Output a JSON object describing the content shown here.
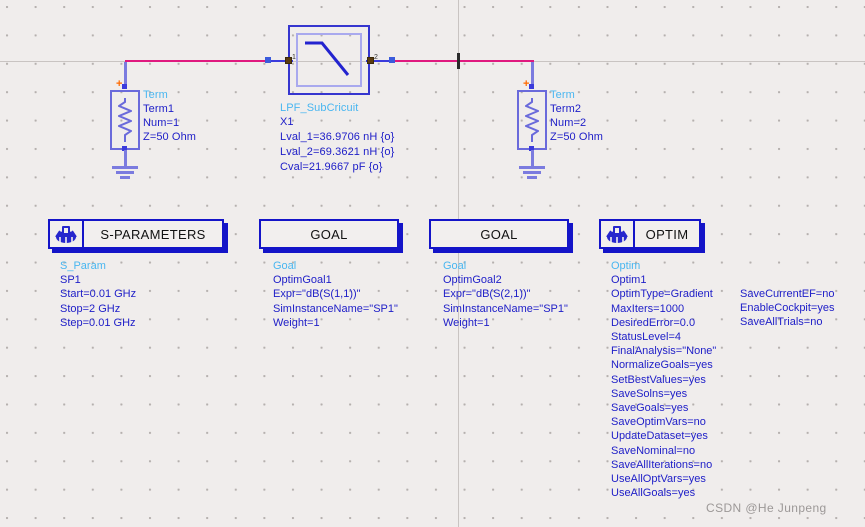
{
  "watermark": "CSDN @He Junpeng",
  "colors": {
    "background": "#f0edec",
    "grid_dot": "#b5b0ae",
    "wire_pink": "#e0197f",
    "wire_blue": "#3b3bdc",
    "component_blue": "#6a6adb",
    "text_blue": "#2020c8",
    "text_cyan": "#49b6f0",
    "block_border": "#1414c8"
  },
  "components": {
    "term1": {
      "type_label": "Term",
      "instance": "Term1",
      "num": "Num=1",
      "impedance": "Z=50 Ohm",
      "polarity": "+"
    },
    "term2": {
      "type_label": "Term",
      "instance": "Term2",
      "num": "Num=2",
      "impedance": "Z=50 Ohm",
      "polarity": "+"
    },
    "subcircuit": {
      "name": "LPF_SubCricuit",
      "instance": "X1",
      "params": [
        "Lval_1=36.9706 nH {o}",
        "Lval_2=69.3621 nH {o}",
        "Cval=21.9667 pF {o}"
      ],
      "port_labels": [
        "1",
        "2"
      ]
    }
  },
  "blocks": {
    "sparameters": {
      "title": "S-PARAMETERS",
      "icon": "simulation-controller-icon",
      "params": [
        {
          "text": "S_Param",
          "style": "cyan"
        },
        {
          "text": "SP1",
          "style": "blue"
        },
        {
          "text": "Start=0.01 GHz",
          "style": "blue"
        },
        {
          "text": "Stop=2 GHz",
          "style": "blue"
        },
        {
          "text": "Step=0.01 GHz",
          "style": "blue"
        }
      ]
    },
    "goal1": {
      "title": "GOAL",
      "params": [
        {
          "text": "Goal",
          "style": "cyan"
        },
        {
          "text": "OptimGoal1",
          "style": "blue"
        },
        {
          "text": "Expr=\"dB(S(1,1))\"",
          "style": "blue"
        },
        {
          "text": "SimInstanceName=\"SP1\"",
          "style": "blue"
        },
        {
          "text": "Weight=1",
          "style": "blue"
        }
      ]
    },
    "goal2": {
      "title": "GOAL",
      "params": [
        {
          "text": "Goal",
          "style": "cyan"
        },
        {
          "text": "OptimGoal2",
          "style": "blue"
        },
        {
          "text": "Expr=\"dB(S(2,1))\"",
          "style": "blue"
        },
        {
          "text": "SimInstanceName=\"SP1\"",
          "style": "blue"
        },
        {
          "text": "Weight=1",
          "style": "blue"
        }
      ]
    },
    "optim": {
      "title": "OPTIM",
      "icon": "optimization-controller-icon",
      "params_left": [
        {
          "text": "Optim",
          "style": "cyan"
        },
        {
          "text": "Optim1",
          "style": "blue"
        },
        {
          "text": "OptimType=Gradient",
          "style": "blue"
        },
        {
          "text": "MaxIters=1000",
          "style": "blue"
        },
        {
          "text": "DesiredError=0.0",
          "style": "blue"
        },
        {
          "text": "StatusLevel=4",
          "style": "blue"
        },
        {
          "text": "FinalAnalysis=\"None\"",
          "style": "blue"
        },
        {
          "text": "NormalizeGoals=yes",
          "style": "blue"
        },
        {
          "text": "SetBestValues=yes",
          "style": "blue"
        },
        {
          "text": "SaveSolns=yes",
          "style": "blue"
        },
        {
          "text": "SaveGoals=yes",
          "style": "blue"
        },
        {
          "text": "SaveOptimVars=no",
          "style": "blue"
        },
        {
          "text": "UpdateDataset=yes",
          "style": "blue"
        },
        {
          "text": "SaveNominal=no",
          "style": "blue"
        },
        {
          "text": "SaveAllIterations=no",
          "style": "blue"
        },
        {
          "text": "UseAllOptVars=yes",
          "style": "blue"
        },
        {
          "text": "UseAllGoals=yes",
          "style": "blue"
        }
      ],
      "params_right": [
        {
          "text": "SaveCurrentEF=no",
          "style": "blue"
        },
        {
          "text": "EnableCockpit=yes",
          "style": "blue"
        },
        {
          "text": "SaveAllTrials=no",
          "style": "blue"
        }
      ]
    }
  }
}
